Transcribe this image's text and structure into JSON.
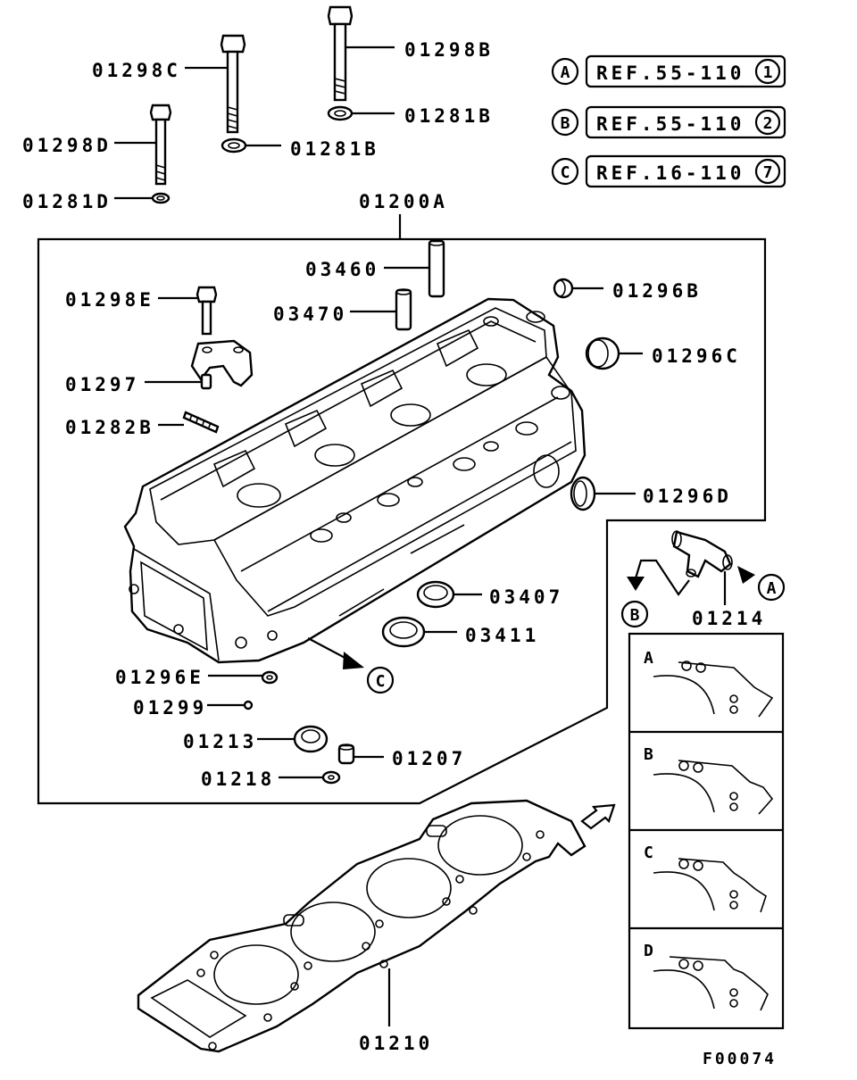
{
  "diagram_code": "F00074",
  "assembly": {
    "part": "01200A"
  },
  "parts": [
    {
      "key": "p01298C",
      "label": "01298C"
    },
    {
      "key": "p01298B",
      "label": "01298B"
    },
    {
      "key": "p01281B_a",
      "label": "01281B"
    },
    {
      "key": "p01281B_b",
      "label": "01281B"
    },
    {
      "key": "p01298D",
      "label": "01298D"
    },
    {
      "key": "p01281D",
      "label": "01281D"
    },
    {
      "key": "p03460",
      "label": "03460"
    },
    {
      "key": "p03470",
      "label": "03470"
    },
    {
      "key": "p01298E",
      "label": "01298E"
    },
    {
      "key": "p01297",
      "label": "01297"
    },
    {
      "key": "p01282B",
      "label": "01282B"
    },
    {
      "key": "p01296B",
      "label": "01296B"
    },
    {
      "key": "p01296C",
      "label": "01296C"
    },
    {
      "key": "p01296D",
      "label": "01296D"
    },
    {
      "key": "p03407",
      "label": "03407"
    },
    {
      "key": "p03411",
      "label": "03411"
    },
    {
      "key": "p01296E",
      "label": "01296E"
    },
    {
      "key": "p01299",
      "label": "01299"
    },
    {
      "key": "p01213",
      "label": "01213"
    },
    {
      "key": "p01207",
      "label": "01207"
    },
    {
      "key": "p01218",
      "label": "01218"
    },
    {
      "key": "p01214",
      "label": "01214"
    },
    {
      "key": "p01210",
      "label": "01210"
    }
  ],
  "references": [
    {
      "marker": "A",
      "text": "REF.55-110",
      "num": "1"
    },
    {
      "marker": "B",
      "text": "REF.55-110",
      "num": "2"
    },
    {
      "marker": "C",
      "text": "REF.16-110",
      "num": "7"
    }
  ],
  "callouts": {
    "a": "A",
    "b": "B",
    "c": "C"
  },
  "gasket_variants": [
    "A",
    "B",
    "C",
    "D"
  ]
}
